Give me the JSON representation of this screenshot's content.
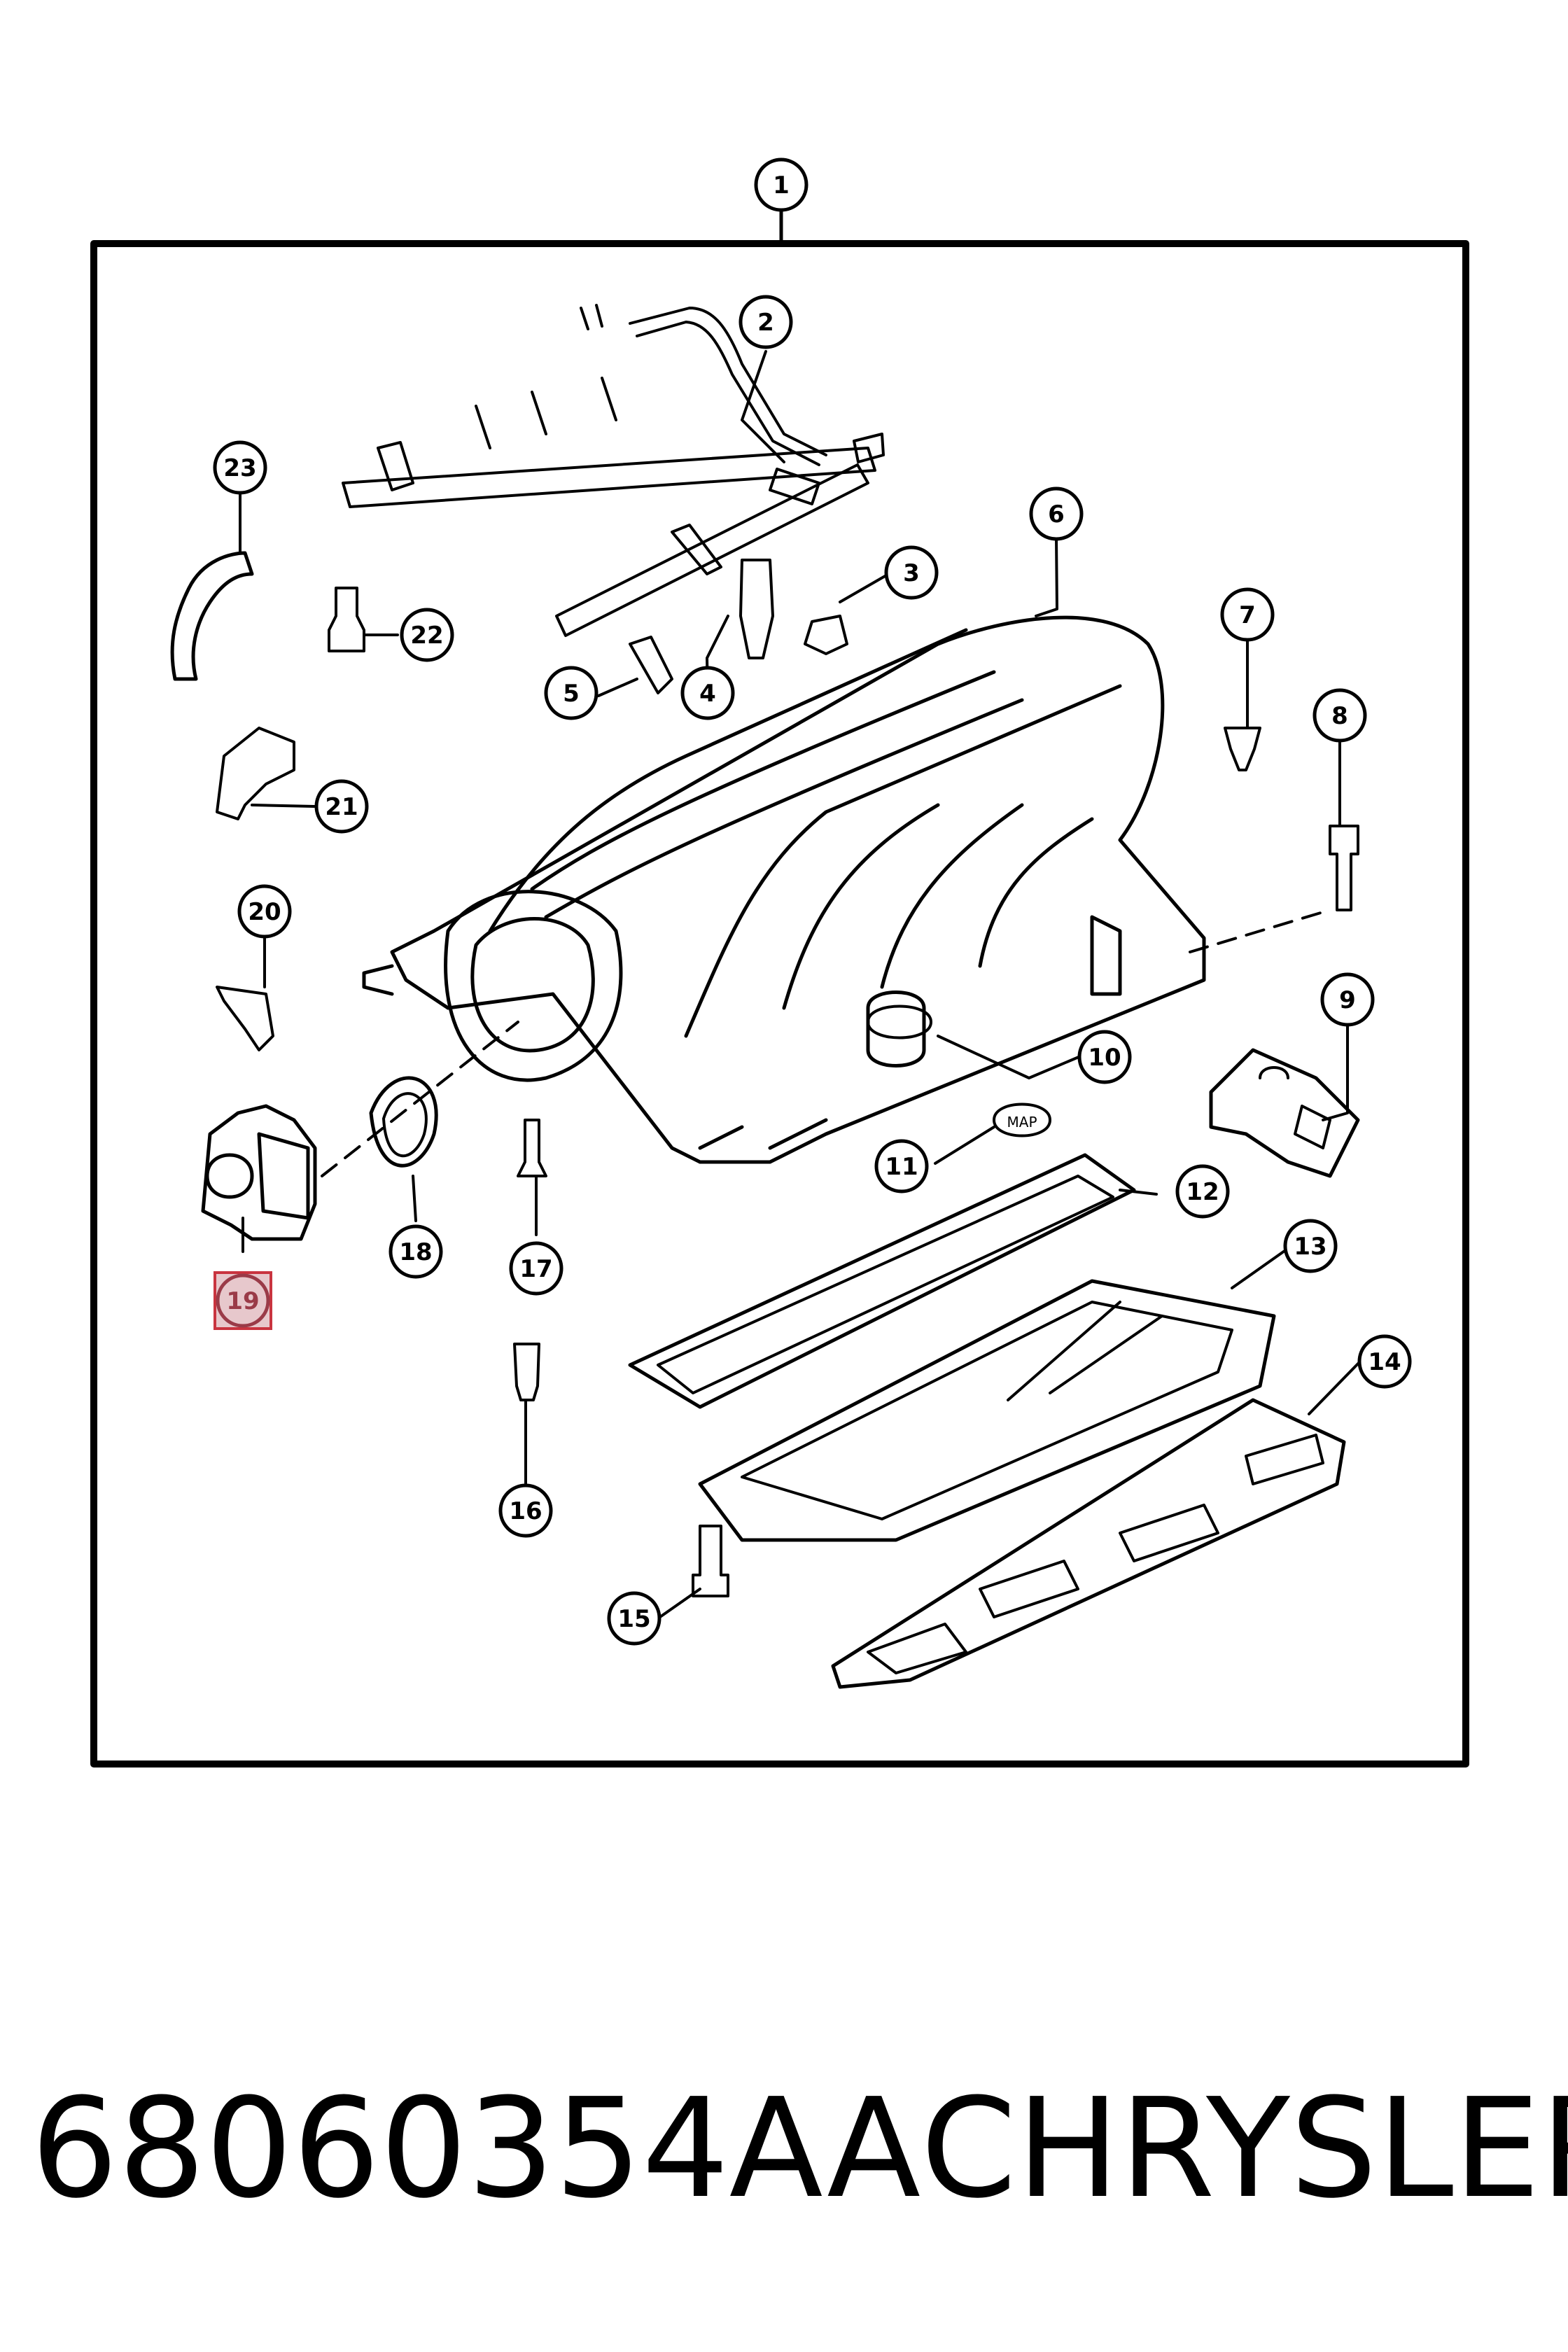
{
  "parts": [
    {
      "n": "1"
    },
    {
      "n": "2"
    },
    {
      "n": "3"
    },
    {
      "n": "4"
    },
    {
      "n": "5"
    },
    {
      "n": "6"
    },
    {
      "n": "7"
    },
    {
      "n": "8"
    },
    {
      "n": "9"
    },
    {
      "n": "10"
    },
    {
      "n": "11"
    },
    {
      "n": "12"
    },
    {
      "n": "13"
    },
    {
      "n": "14"
    },
    {
      "n": "15"
    },
    {
      "n": "16"
    },
    {
      "n": "17"
    },
    {
      "n": "18"
    },
    {
      "n": "19",
      "highlighted": true
    },
    {
      "n": "20"
    },
    {
      "n": "21"
    },
    {
      "n": "22"
    },
    {
      "n": "23"
    }
  ],
  "caption": {
    "part_number": "68060354AA",
    "brand": "CHRYSLER"
  },
  "colors": {
    "line": "#000000",
    "highlight_fill": "#e7c8cc",
    "highlight_border": "#c9343f",
    "highlight_text": "#9a3b48"
  },
  "icon_label": "MAP"
}
